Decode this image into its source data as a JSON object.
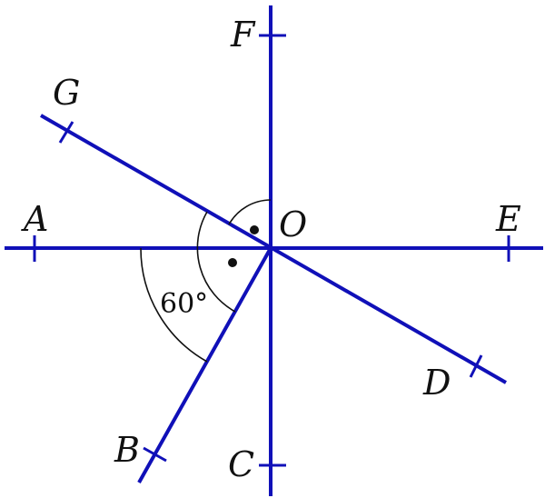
{
  "labels": {
    "A": "A",
    "B": "B",
    "C": "C",
    "D": "D",
    "E": "E",
    "F": "F",
    "G": "G",
    "O": "O"
  },
  "angle_label": "60°",
  "colors": {
    "line": "#1010b8",
    "arc": "#111111",
    "text": "#111111",
    "background": "#ffffff"
  }
}
